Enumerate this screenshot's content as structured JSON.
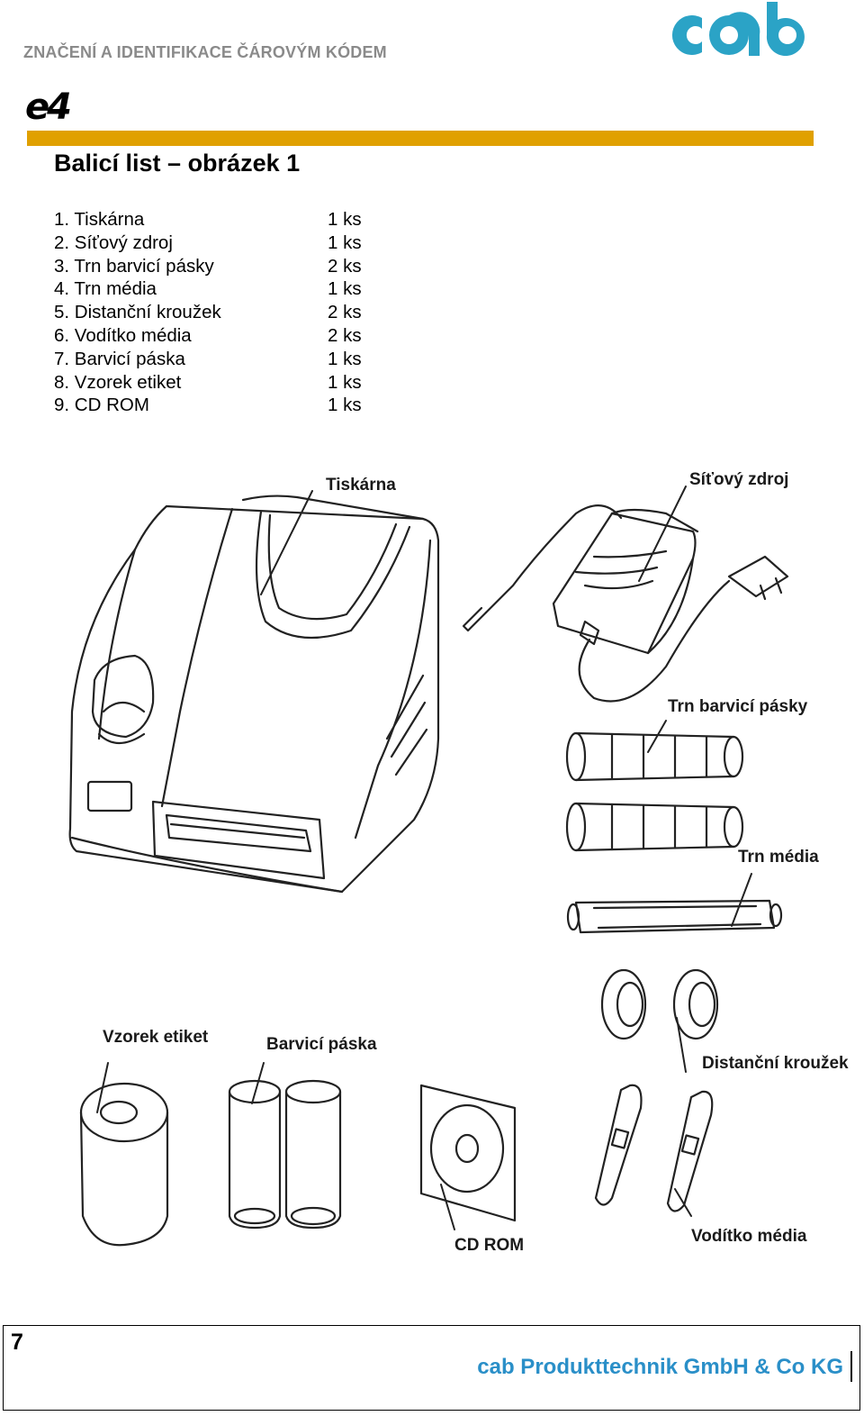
{
  "header": {
    "subtitle": "ZNAČENÍ A IDENTIFIKACE ČÁROVÝM KÓDEM",
    "logo_text": "cab",
    "model": "e4",
    "brand_color": "#2ba3c6",
    "accent_color": "#e0a000"
  },
  "title": "Balicí list – obrázek 1",
  "items": [
    {
      "label": "1. Tiskárna",
      "qty": "1 ks"
    },
    {
      "label": "2. Síťový zdroj",
      "qty": "1 ks"
    },
    {
      "label": "3. Trn barvicí pásky",
      "qty": "2 ks"
    },
    {
      "label": "4. Trn média",
      "qty": "1 ks"
    },
    {
      "label": "5. Distanční kroužek",
      "qty": "2 ks"
    },
    {
      "label": "6. Vodítko média",
      "qty": "2 ks"
    },
    {
      "label": "7. Barvicí páska",
      "qty": "1 ks"
    },
    {
      "label": "8. Vzorek etiket",
      "qty": "1 ks"
    },
    {
      "label": "9. CD ROM",
      "qty": "1 ks"
    }
  ],
  "figure_labels": {
    "printer": "Tiskárna",
    "power": "Síťový zdroj",
    "ribbon_core": "Trn barvicí pásky",
    "media_core": "Trn média",
    "spacer": "Distanční kroužek",
    "labels": "Vzorek etiket",
    "ribbon": "Barvicí páska",
    "cd": "CD ROM",
    "guide": "Vodítko média"
  },
  "footer": {
    "page_number": "7",
    "company": "cab Produkttechnik GmbH & Co KG"
  }
}
